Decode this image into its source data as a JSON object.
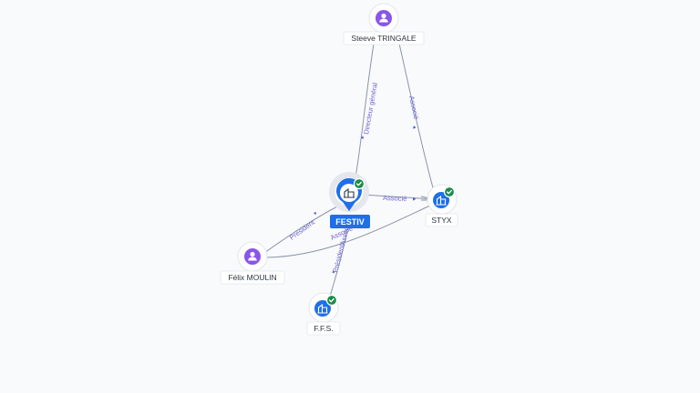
{
  "nodes": {
    "steeve": {
      "name": "Steeve TRINGALE",
      "kind": "person"
    },
    "festiv": {
      "name": "FESTIV",
      "kind": "company",
      "verified": true
    },
    "styx": {
      "name": "STYX",
      "kind": "company",
      "verified": true
    },
    "felix": {
      "name": "Félix MOULIN",
      "kind": "person"
    },
    "ffs": {
      "name": "F.F.S.",
      "kind": "company",
      "verified": true
    }
  },
  "edges": {
    "steeve_festiv": {
      "label": "Directeur général"
    },
    "steeve_styx": {
      "label": "Associé"
    },
    "festiv_styx": {
      "label": "Associé"
    },
    "felix_festiv": {
      "label": "Président"
    },
    "felix_styx": {
      "label": "Associé"
    },
    "festiv_ffs": {
      "label": "Président"
    },
    "festiv_ffs_2": {
      "label": "Associé"
    }
  },
  "colors": {
    "person": "#8a55e8",
    "company": "#1f6fe8",
    "verified": "#1c8c4a",
    "edge": "#8a96a8",
    "edge_label": "#6b63d0",
    "background": "#f9fafc"
  },
  "icons": {
    "person": "person-icon",
    "company": "building-icon",
    "verified": "check-icon"
  }
}
